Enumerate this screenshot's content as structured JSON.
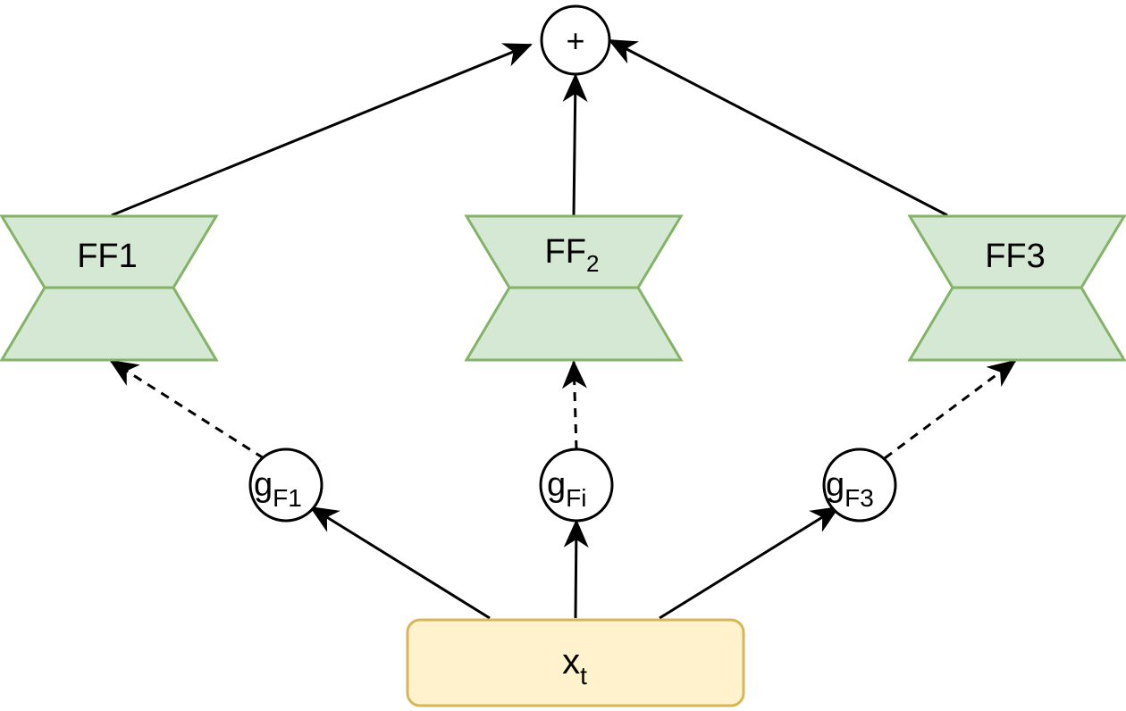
{
  "sum_node": {
    "label": "+"
  },
  "ff_blocks": [
    {
      "label": "FF1",
      "label_sub": ""
    },
    {
      "label": "FF",
      "label_sub": "2"
    },
    {
      "label": "FF3",
      "label_sub": ""
    }
  ],
  "gates": [
    {
      "label": "g",
      "label_sub": "F1"
    },
    {
      "label": "g",
      "label_sub": "Fi"
    },
    {
      "label": "g",
      "label_sub": "F3"
    }
  ],
  "input_node": {
    "label": "x",
    "label_sub": "t"
  },
  "colors": {
    "ff_fill": "#d5e8d4",
    "ff_stroke": "#82b366",
    "input_fill": "#fff2cc",
    "input_stroke": "#d6b656",
    "edge": "#000000"
  }
}
